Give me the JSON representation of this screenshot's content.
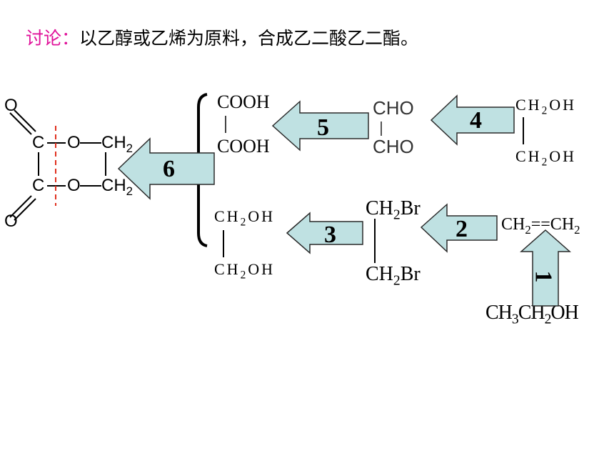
{
  "title": {
    "prefix": "讨论：",
    "text": "以乙醇或乙烯为原料，合成乙二酸乙二酯。"
  },
  "compounds": {
    "oxalic_acid": [
      "COOH",
      "COOH"
    ],
    "glyoxal": [
      "CHO",
      "CHO"
    ],
    "glycol_top": [
      "CH",
      "2",
      "OH"
    ],
    "glycol_bottom": [
      "CH",
      "2",
      "OH"
    ],
    "dibromide": [
      "CH",
      "2",
      "Br"
    ],
    "ethylene": [
      "CH",
      "2",
      "==CH",
      "2"
    ],
    "ethanol": [
      "CH",
      "3",
      "CH",
      "2",
      "OH"
    ],
    "ester_ring": {
      "o": "O",
      "c": "C",
      "ch2": "CH",
      "sub": "2"
    }
  },
  "steps": [
    "6",
    "5",
    "4",
    "3",
    "2",
    "1"
  ],
  "colors": {
    "arrow_fill": "#bfe1e2",
    "arrow_stroke": "#2a2a2a",
    "title_highlight": "#e0119a",
    "cut_line": "#e0301e"
  }
}
